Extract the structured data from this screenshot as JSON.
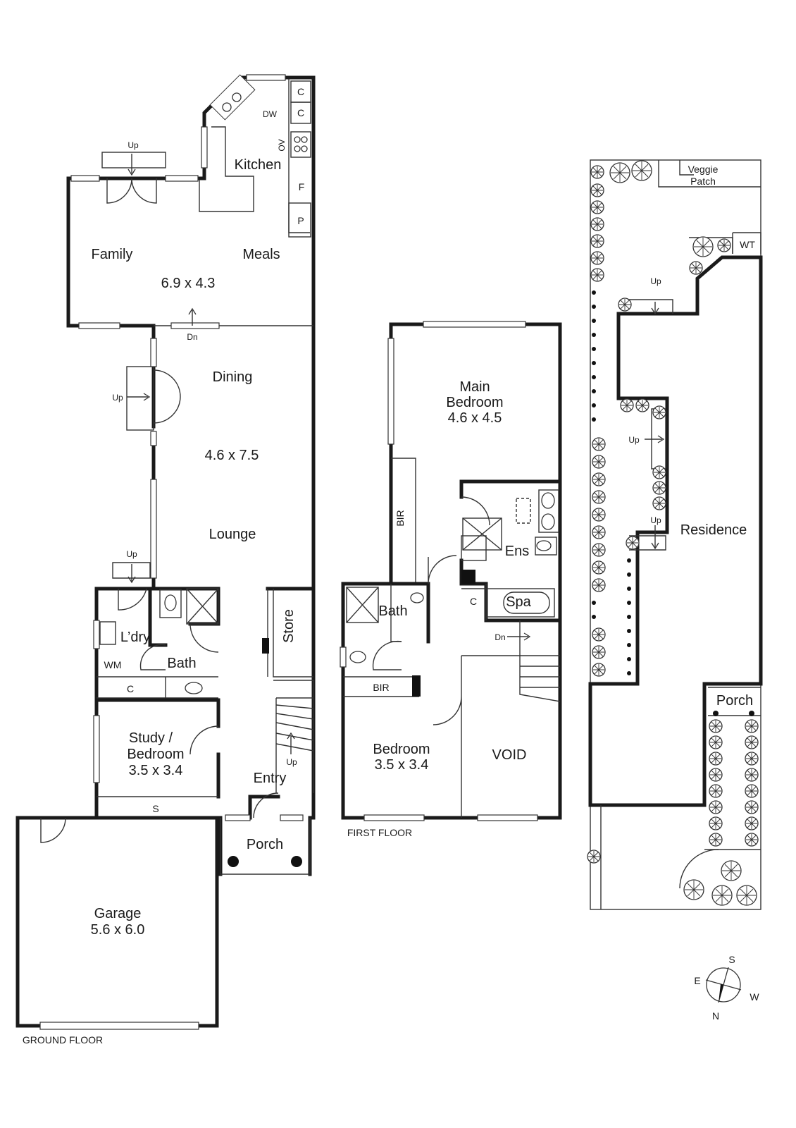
{
  "ground_floor": {
    "caption": "GROUND FLOOR",
    "rooms": {
      "family": "Family",
      "meals": "Meals",
      "family_size": "6.9 x 4.3",
      "kitchen": "Kitchen",
      "dining": "Dining",
      "lounge_size": "4.6 x 7.5",
      "lounge": "Lounge",
      "laundry": "L’dry",
      "wm": "WM",
      "bath": "Bath",
      "store": "Store",
      "study_line1": "Study /",
      "study_line2": "Bedroom",
      "study_size": "3.5 x 3.4",
      "entry": "Entry",
      "porch": "Porch",
      "garage": "Garage",
      "garage_size": "5.6 x 6.0"
    },
    "fixtures": {
      "c": "C",
      "dw": "DW",
      "ov": "OV",
      "f": "F",
      "p": "P",
      "s": "S"
    },
    "arrows": {
      "up": "Up",
      "dn": "Dn"
    }
  },
  "first_floor": {
    "caption": "FIRST FLOOR",
    "rooms": {
      "main_line1": "Main",
      "main_line2": "Bedroom",
      "main_size": "4.6 x 4.5",
      "bir": "BIR",
      "ens": "Ens",
      "spa": "Spa",
      "c": "C",
      "bath": "Bath",
      "bedroom": "Bedroom",
      "bedroom_size": "3.5 x 3.4",
      "void": "VOID"
    },
    "arrows": {
      "dn": "Dn"
    }
  },
  "site_plan": {
    "veggie_line1": "Veggie",
    "veggie_line2": "Patch",
    "wt": "WT",
    "residence": "Residence",
    "porch": "Porch",
    "up": "Up"
  },
  "compass": {
    "s": "S",
    "e": "E",
    "w": "W",
    "n": "N"
  }
}
